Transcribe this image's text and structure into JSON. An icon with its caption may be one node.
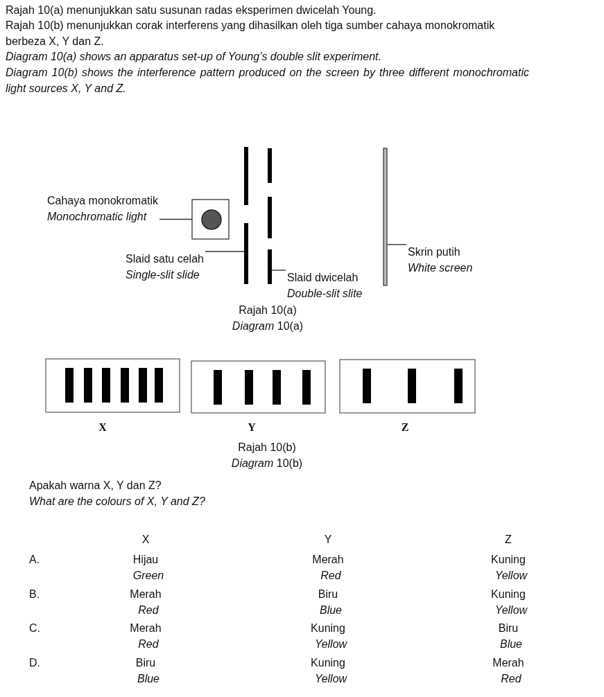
{
  "diagram": {
    "nodes": [
      {
        "text": [
          "Cahaya monokromatik",
          "Monochromatic light"
        ]
      },
      {
        "text": [],
        "shape": "picture"
      },
      {
        "text": [
          "Slaid satu celah",
          "Single-slit slide"
        ]
      },
      {
        "text": [],
        "shape": "bar"
      },
      {
        "text": [
          "Slaid dwicelah",
          "Double-slit slite"
        ]
      },
      {
        "text": [],
        "shape": "bar"
      },
      {
        "text": [
          "Skrin putih",
          "White screen"
        ]
      },
      {
        "text": [],
        "shape": "bar"
      }
    ],
    "edges": [
      {
        "from": 0,
        "to": 1,
        "arrow": "none"
      },
      {
        "from": 2,
        "to": 3,
        "arrow": "none"
      },
      {
        "from": 4,
        "to": 5,
        "arrow": "none"
      },
      {
        "from": 6,
        "to": 7,
        "arrow": "none"
      }
    ],
    "labels": [
      "Rajah 10(a) menunjukkan satu susunan radas eksperimen dwicelah Young.",
      "Rajah 10(b) menunjukkan corak interferens yang dihasilkan oleh tiga sumber cahaya monokromatik berbeza X, Y dan Z.",
      "Diagram 10(a) shows an apparatus set-up of Young’s double slit experiment.",
      "Diagram 10(b) shows the interference pattern produced on the screen by three different monochromatic light sources X, Y and Z.",
      "Rajah 10(a)",
      "*Diagram* 10(a)",
      "X",
      "Y",
      "Z",
      "Rajah 10(b)",
      "*Diagram* 10(b)",
      "Apakah warna X, Y dan Z?",
      "What are the colours of X, Y and Z?",
      "X",
      "Y",
      "Z",
      "A.",
      "Hijau",
      "Merah",
      "Kuning",
      "Green",
      "Red",
      "Yellow",
      "B.",
      "Merah",
      "Biru",
      "Kuning",
      "Red",
      "Blue",
      "Yellow",
      "C.",
      "Merah",
      "Kuning",
      "Biru",
      "Red",
      "Yellow",
      "Blue",
      "D.",
      "Biru",
      "Kuning",
      "Merah",
      "Blue",
      "Yellow",
      "Red"
    ]
  }
}
